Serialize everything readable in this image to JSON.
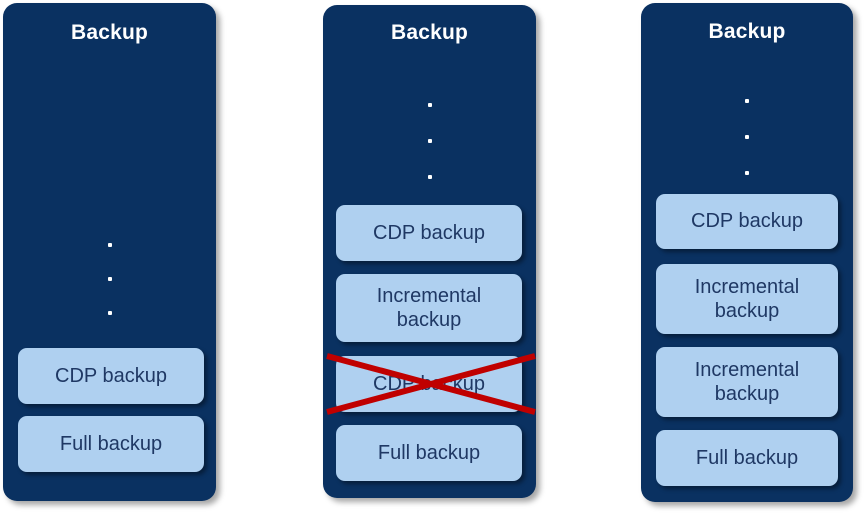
{
  "diagram": {
    "title_text": "Backup",
    "colors": {
      "panel_bg": "#0A3161",
      "box_bg": "#AFD0F0",
      "box_text": "#1F3864",
      "title_text": "#FFFFFF",
      "cross_red": "#C00000",
      "page_bg": "#FFFFFF"
    },
    "panels": [
      {
        "id": "panel-1",
        "title": "Backup",
        "ellipsis_dots": 3,
        "items": [
          {
            "label": "CDP backup",
            "struck_out": false
          },
          {
            "label": "Full backup",
            "struck_out": false
          }
        ]
      },
      {
        "id": "panel-2",
        "title": "Backup",
        "ellipsis_dots": 3,
        "items": [
          {
            "label": "CDP backup",
            "struck_out": false
          },
          {
            "label": "Incremental backup",
            "struck_out": false
          },
          {
            "label": "CDP backup",
            "struck_out": true
          },
          {
            "label": "Full backup",
            "struck_out": false
          }
        ]
      },
      {
        "id": "panel-3",
        "title": "Backup",
        "ellipsis_dots": 3,
        "items": [
          {
            "label": "CDP backup",
            "struck_out": false
          },
          {
            "label": "Incremental backup",
            "struck_out": false
          },
          {
            "label": "Incremental backup",
            "struck_out": false
          },
          {
            "label": "Full backup",
            "struck_out": false
          }
        ]
      }
    ]
  }
}
